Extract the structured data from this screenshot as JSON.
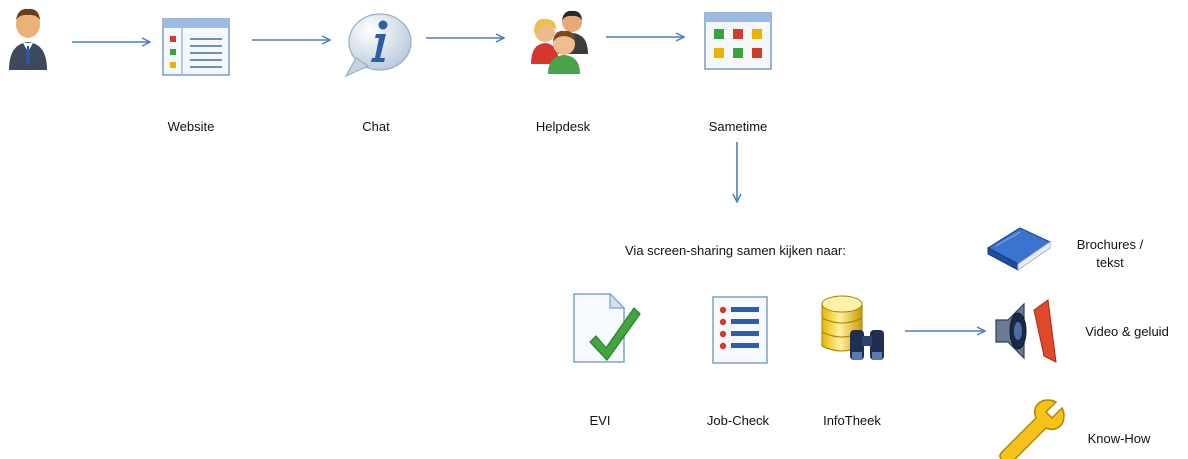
{
  "flow": {
    "user_icon": "user-icon",
    "steps": [
      {
        "label": "Website",
        "icon": "website-window-icon"
      },
      {
        "label": "Chat",
        "icon": "info-chat-bubble-icon"
      },
      {
        "label": "Helpdesk",
        "icon": "helpdesk-people-icon"
      },
      {
        "label": "Sametime",
        "icon": "sametime-grid-icon"
      }
    ]
  },
  "screen_sharing": {
    "caption": "Via screen-sharing samen kijken naar:",
    "items": [
      {
        "label": "EVI",
        "icon": "document-check-icon"
      },
      {
        "label": "Job-Check",
        "icon": "checklist-icon"
      },
      {
        "label": "InfoTheek",
        "icon": "database-search-icon"
      }
    ]
  },
  "resources": [
    {
      "label_line1": "Brochures /",
      "label_line2": "tekst",
      "icon": "book-icon"
    },
    {
      "label_line1": "Video & geluid",
      "label_line2": "",
      "icon": "speaker-icon"
    },
    {
      "label_line1": "Know-How",
      "label_line2": "",
      "icon": "wrench-icon"
    }
  ],
  "colors": {
    "arrow": "#4a7ebb",
    "accent_green": "#2e9a2e",
    "book_blue": "#2a5fb0",
    "wrench_yellow": "#f0b400"
  }
}
